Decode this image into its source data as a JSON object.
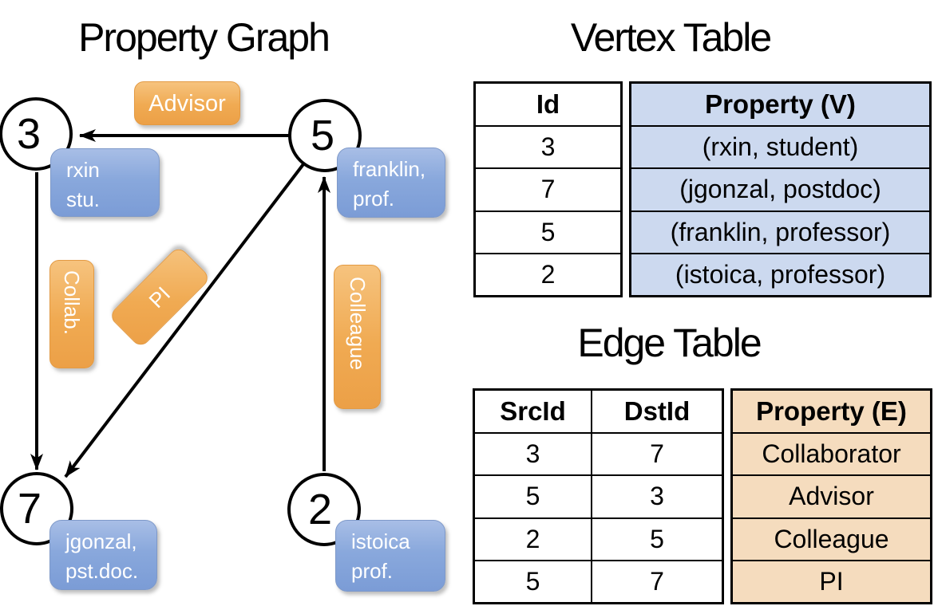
{
  "graph": {
    "title": "Property Graph",
    "nodes": [
      {
        "id": "3",
        "label_line1": "rxin",
        "label_line2": "stu."
      },
      {
        "id": "5",
        "label_line1": "franklin,",
        "label_line2": "prof."
      },
      {
        "id": "7",
        "label_line1": "jgonzal,",
        "label_line2": "pst.doc."
      },
      {
        "id": "2",
        "label_line1": "istoica",
        "label_line2": "prof."
      }
    ],
    "edge_labels": {
      "advisor": "Advisor",
      "collab": "Collab.",
      "pi": "PI",
      "colleague": "Colleague"
    }
  },
  "vertex_table": {
    "title": "Vertex Table",
    "columns": [
      "Id",
      "Property (V)"
    ],
    "rows": [
      [
        "3",
        "(rxin, student)"
      ],
      [
        "7",
        "(jgonzal, postdoc)"
      ],
      [
        "5",
        "(franklin, professor)"
      ],
      [
        "2",
        "(istoica, professor)"
      ]
    ]
  },
  "edge_table": {
    "title": "Edge Table",
    "columns": [
      "SrcId",
      "DstId",
      "Property (E)"
    ],
    "rows": [
      [
        "3",
        "7",
        "Collaborator"
      ],
      [
        "5",
        "3",
        "Advisor"
      ],
      [
        "2",
        "5",
        "Colleague"
      ],
      [
        "5",
        "7",
        "PI"
      ]
    ]
  },
  "colors": {
    "edge_label_orange": "#f0aa52",
    "vertex_label_blue": "#89a8dc",
    "vertex_table_fill": "#ccd9ef",
    "edge_table_fill": "#f5dcbe",
    "line_black": "#000000"
  }
}
